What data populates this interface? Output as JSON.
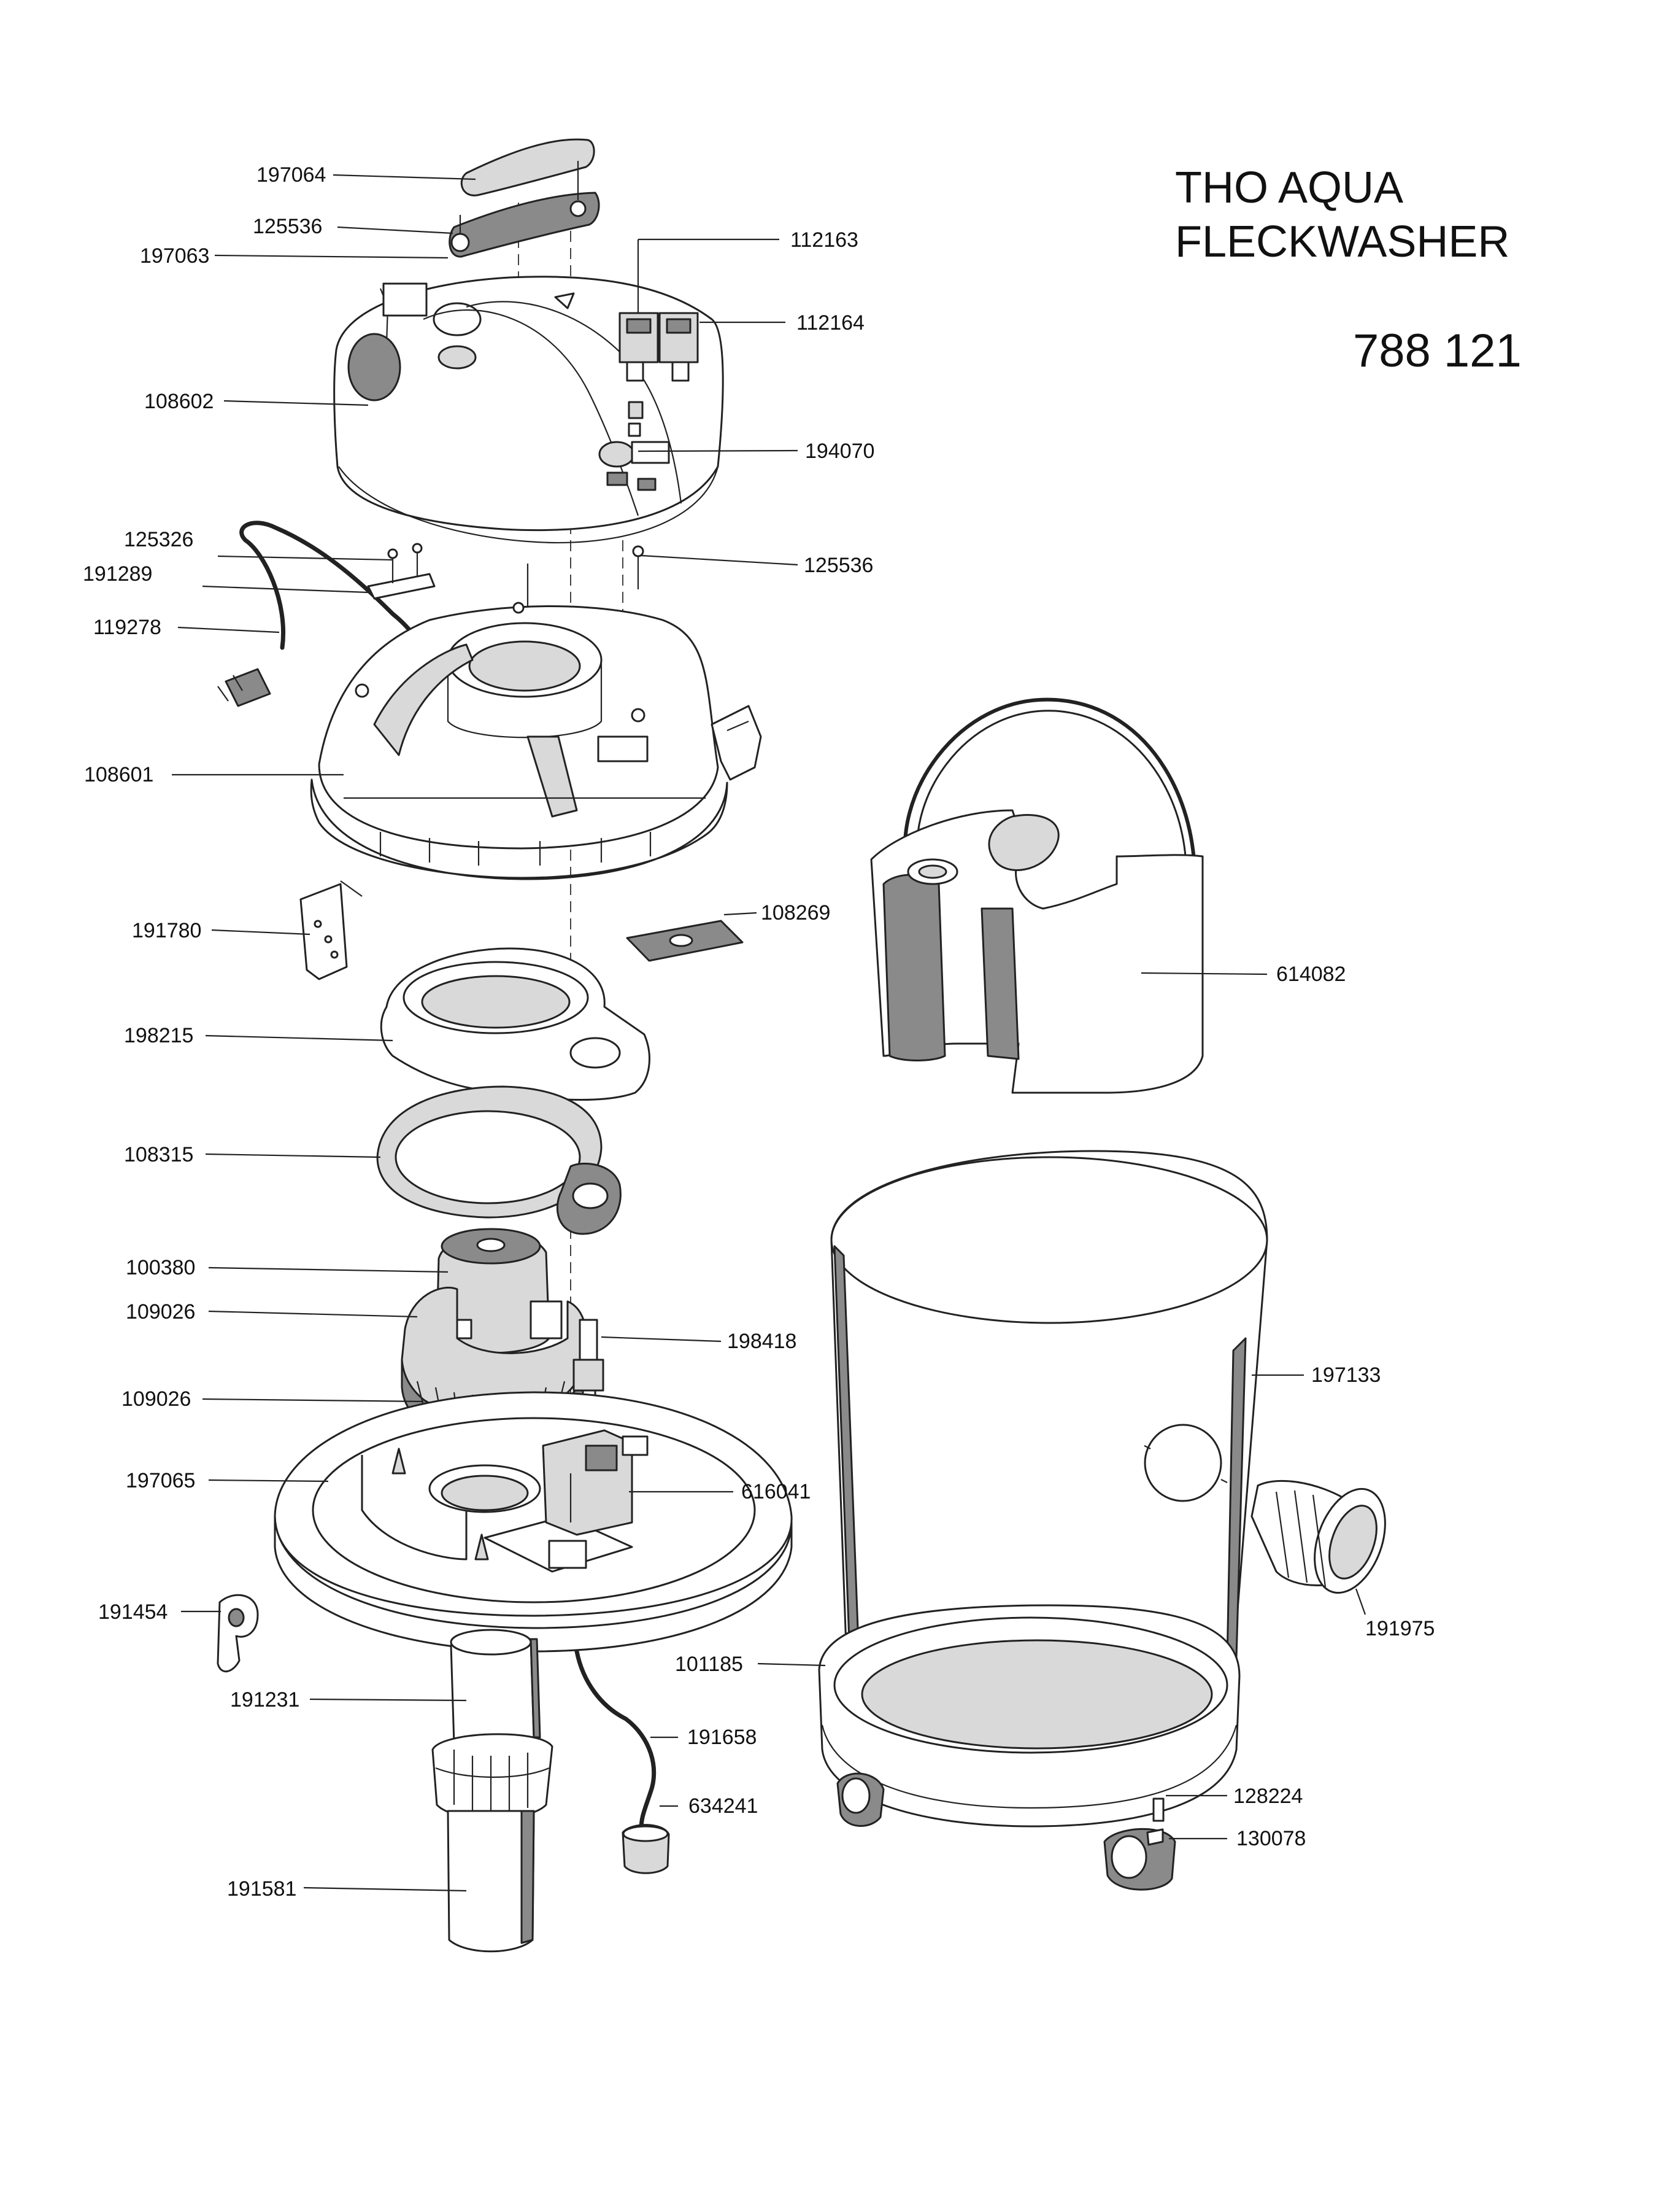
{
  "title": {
    "line1": "THO AQUA",
    "line2": "FLECKWASHER",
    "model": "788 121"
  },
  "part_numbers": {
    "p197064": "197064",
    "p125536_top": "125536",
    "p197063": "197063",
    "p112163": "112163",
    "p112164": "112164",
    "p108602": "108602",
    "p194070": "194070",
    "p125326": "125326",
    "p191289": "191289",
    "p119278": "119278",
    "p125536_mid": "125536",
    "p108601": "108601",
    "p191780": "191780",
    "p108269": "108269",
    "p614082": "614082",
    "p198215": "198215",
    "p108315": "108315",
    "p100380": "100380",
    "p109026_a": "109026",
    "p198418": "198418",
    "p197133": "197133",
    "p109026_b": "109026",
    "p197065": "197065",
    "p616041": "616041",
    "p191454": "191454",
    "p191975": "191975",
    "p101185": "101185",
    "p191231": "191231",
    "p191658": "191658",
    "p634241": "634241",
    "p128224": "128224",
    "p130078": "130078",
    "p191581": "191581"
  }
}
